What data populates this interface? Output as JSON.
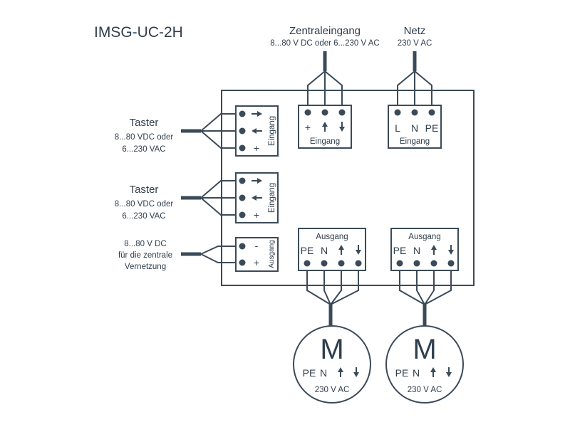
{
  "title": "IMSG-UC-2H",
  "top_labels": {
    "zentral_title": "Zentraleingang",
    "zentral_voltage": "8...80 V DC oder 6...230 V AC",
    "netz_title": "Netz",
    "netz_voltage": "230 V AC"
  },
  "left_labels": {
    "taster1_title": "Taster",
    "taster1_line1": "8...80 VDC oder",
    "taster1_line2": "6...230 VAC",
    "taster2_title": "Taster",
    "taster2_line1": "8...80 VDC oder",
    "taster2_line2": "6...230 VAC",
    "dc_line1": "8...80 V DC",
    "dc_line2": "für die zentrale",
    "dc_line3": "Vernetzung"
  },
  "blocks": {
    "eingang_label": "Eingang",
    "ausgang_label": "Ausgang",
    "plus": "+",
    "minus": "-",
    "L": "L",
    "N": "N",
    "PE": "PE"
  },
  "motors": {
    "symbol": "M",
    "voltage": "230 V AC"
  },
  "icons": [
    "arrow-right-icon",
    "arrow-left-icon",
    "arrow-up-icon",
    "arrow-down-icon"
  ]
}
